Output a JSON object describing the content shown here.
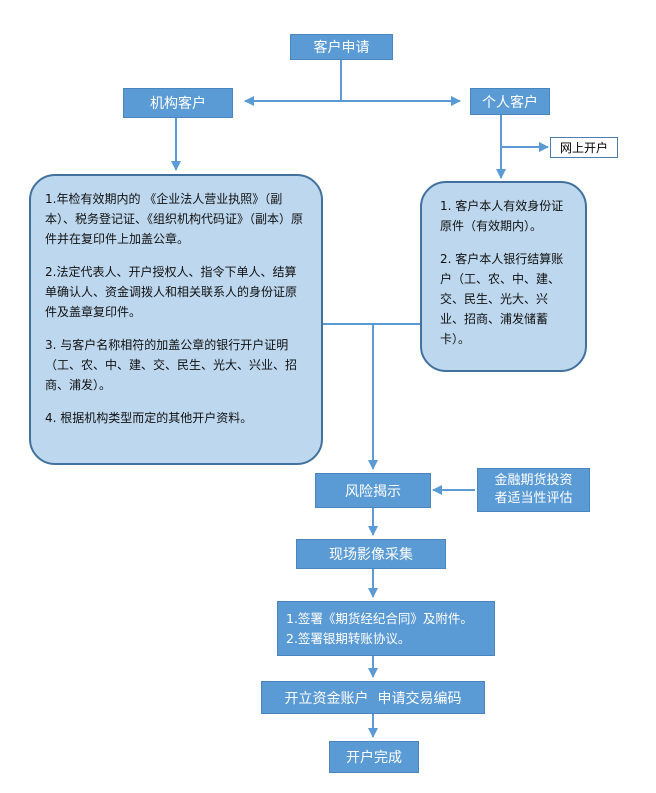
{
  "nodes": {
    "apply": "客户申请",
    "institutional": "机构客户",
    "individual": "个人客户",
    "online": "网上开户",
    "risk": "风险揭示",
    "assessment_line1": "金融期货投资",
    "assessment_line2": "者适当性评估",
    "image_capture": "现场影像采集",
    "sign_line1": "1.签署《期货经纪合同》及附件。",
    "sign_line2": "2.签署银期转账协议。",
    "account": "开立资金账户  申请交易编码",
    "done": "开户完成"
  },
  "institutional_docs": [
    "1.年检有效期内的 《企业法人营业执照》（副本）、税务登记证、《组织机构代码证》（副本）原件并在复印件上加盖公章。",
    "2.法定代表人、开户授权人、指令下单人、结算单确认人、资金调拨人和相关联系人的身份证原件及盖章复印件。",
    "3. 与客户名称相符的加盖公章的银行开户证明（工、农、中、建、交、民生、光大、兴业、招商、浦发）。",
    "4. 根据机构类型而定的其他开户资料。"
  ],
  "individual_docs": [
    "1. 客户本人有效身份证原件（有效期内）。",
    "2. 客户本人银行结算账户（工、农、中、建、交、民生、光大、兴业、招商、浦发储蓄卡）。"
  ],
  "colors": {
    "box_fill": "#5b9bd5",
    "panel_fill": "#bdd7ee",
    "line": "#5b9bd5"
  }
}
